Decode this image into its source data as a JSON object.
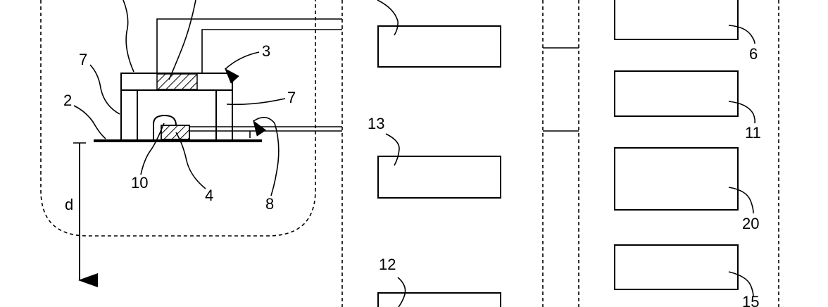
{
  "labels": {
    "ref_2": "2",
    "ref_3": "3",
    "ref_4": "4",
    "ref_6": "6",
    "ref_7_left": "7",
    "ref_7_right": "7",
    "ref_8": "8",
    "ref_10": "10",
    "ref_11": "11",
    "ref_12": "12",
    "ref_13": "13",
    "ref_15": "15",
    "ref_20": "20",
    "axis_d": "d"
  },
  "colors": {
    "line": "#000000",
    "background": "#ffffff"
  }
}
